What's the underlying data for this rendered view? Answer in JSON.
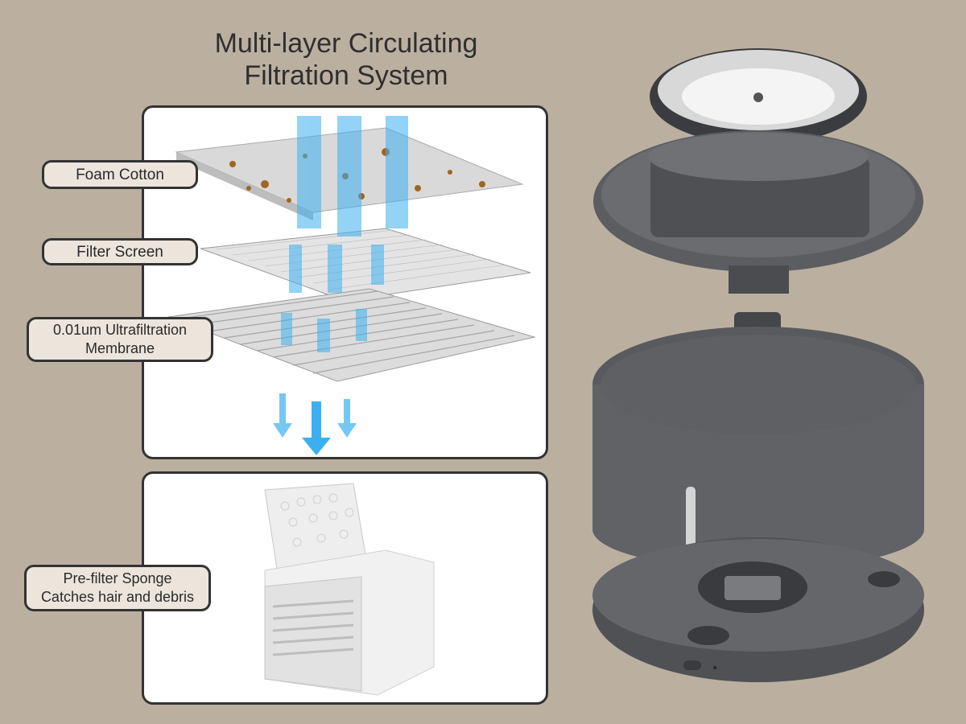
{
  "title": {
    "line1": "Multi-layer Circulating",
    "line2": "Filtration System"
  },
  "labels": {
    "foam": "Foam Cotton",
    "screen": "Filter Screen",
    "membrane_line1": "0.01um Ultrafiltration",
    "membrane_line2": "Membrane",
    "prefilter_line1": "Pre-filter Sponge",
    "prefilter_line2": "Catches hair and debris"
  },
  "colors": {
    "background": "#bbb0a0",
    "label_fill": "#ebe5dc",
    "water_blue": "#3ab0f0",
    "product_gray": "#5b5d61"
  },
  "icons": [
    "water-flow-arrow-icon",
    "water-flow-arrow-icon",
    "water-flow-arrow-icon"
  ]
}
